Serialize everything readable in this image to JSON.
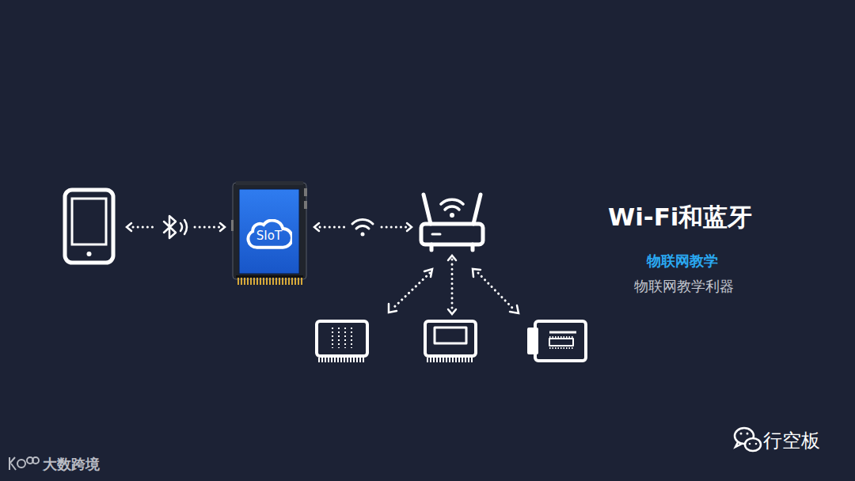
{
  "diagram": {
    "title": "Wi-Fi和蓝牙",
    "nodes": [
      {
        "text": [
          "SIoT"
        ]
      }
    ],
    "labels": [
      "物联网教学",
      "物联网教学利器",
      "大数跨境",
      "行空板"
    ]
  }
}
